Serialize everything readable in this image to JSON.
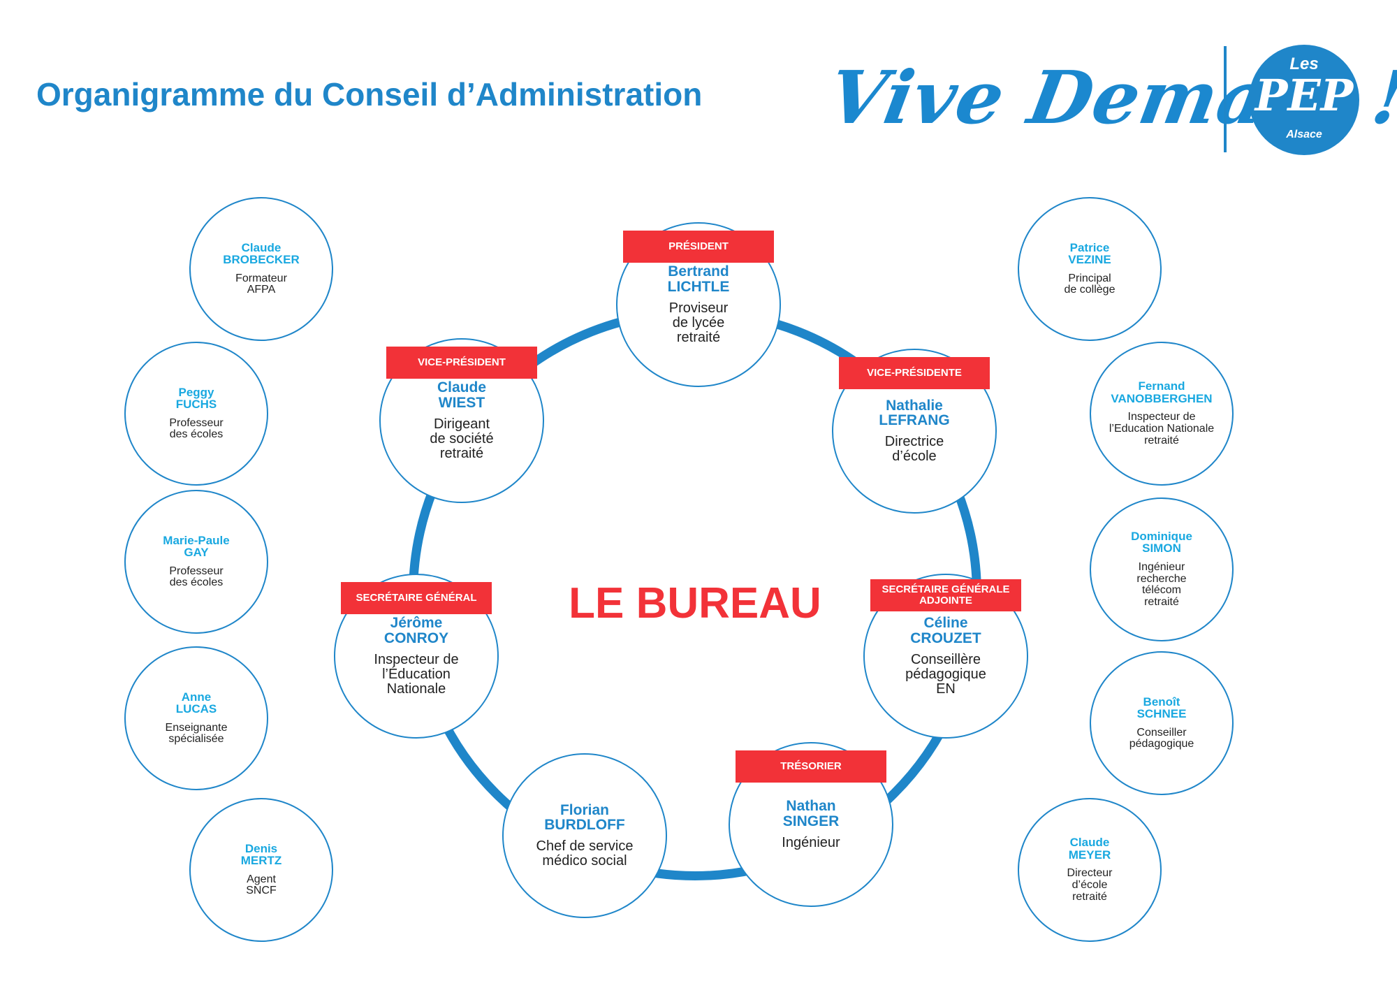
{
  "header": {
    "title": "Organigramme du Conseil d’Administration",
    "slogan": "Vive Demain !",
    "logo": {
      "top": "Les",
      "mark": "PEP",
      "region": "Alsace"
    }
  },
  "bureau": {
    "title": "LE BUREAU",
    "members": [
      {
        "role": [
          "PRÉSIDENT"
        ],
        "first_name": "Bertrand",
        "last_name": "LICHTLE",
        "job": [
          "Proviseur",
          "de lycée",
          "retraité"
        ]
      },
      {
        "role": [
          "VICE-PRÉSIDENT"
        ],
        "first_name": "Claude",
        "last_name": "WIEST",
        "job": [
          "Dirigeant",
          "de société",
          "retraité"
        ]
      },
      {
        "role": [
          "VICE-PRÉSIDENTE"
        ],
        "first_name": "Nathalie",
        "last_name": "LEFRANG",
        "job": [
          "Directrice",
          "d’école"
        ]
      },
      {
        "role": [
          "SECRÉTAIRE GÉNÉRAL"
        ],
        "first_name": "Jérôme",
        "last_name": "CONROY",
        "job": [
          "Inspecteur de",
          "l’Éducation",
          "Nationale"
        ]
      },
      {
        "role": [
          "SECRÉTAIRE GÉNÉRALE",
          "ADJOINTE"
        ],
        "first_name": "Céline",
        "last_name": "CROUZET",
        "job": [
          "Conseillère",
          "pédagogique",
          "EN"
        ]
      },
      {
        "role": [],
        "first_name": "Florian",
        "last_name": "BURDLOFF",
        "job": [
          "Chef de service",
          "médico social"
        ]
      },
      {
        "role": [
          "TRÉSORIER"
        ],
        "first_name": "Nathan",
        "last_name": "SINGER",
        "job": [
          "Ingénieur"
        ]
      }
    ]
  },
  "left_members": [
    {
      "first_name": "Claude",
      "last_name": "BROBECKER",
      "job": [
        "Formateur",
        "AFPA"
      ]
    },
    {
      "first_name": "Peggy",
      "last_name": "FUCHS",
      "job": [
        "Professeur",
        "des écoles"
      ]
    },
    {
      "first_name": "Marie-Paule",
      "last_name": "GAY",
      "job": [
        "Professeur",
        "des écoles"
      ]
    },
    {
      "first_name": "Anne",
      "last_name": "LUCAS",
      "job": [
        "Enseignante",
        "spécialisée"
      ]
    },
    {
      "first_name": "Denis",
      "last_name": "MERTZ",
      "job": [
        "Agent",
        "SNCF"
      ]
    }
  ],
  "right_members": [
    {
      "first_name": "Patrice",
      "last_name": "VEZINE",
      "job": [
        "Principal",
        "de collège"
      ]
    },
    {
      "first_name": "Fernand",
      "last_name": "VANOBBERGHEN",
      "job": [
        "Inspecteur de",
        "l’Education Nationale",
        "retraité"
      ]
    },
    {
      "first_name": "Dominique",
      "last_name": "SIMON",
      "job": [
        "Ingénieur",
        "recherche",
        "télécom",
        "retraité"
      ]
    },
    {
      "first_name": "Benoît",
      "last_name": "SCHNEE",
      "job": [
        "Conseiller",
        "pédagogique"
      ]
    },
    {
      "first_name": "Claude",
      "last_name": "MEYER",
      "job": [
        "Directeur",
        "d’école",
        "retraité"
      ]
    }
  ],
  "colors": {
    "brand_blue": "#1f86c9",
    "light_blue": "#19a8e0",
    "role_red": "#f23238"
  }
}
